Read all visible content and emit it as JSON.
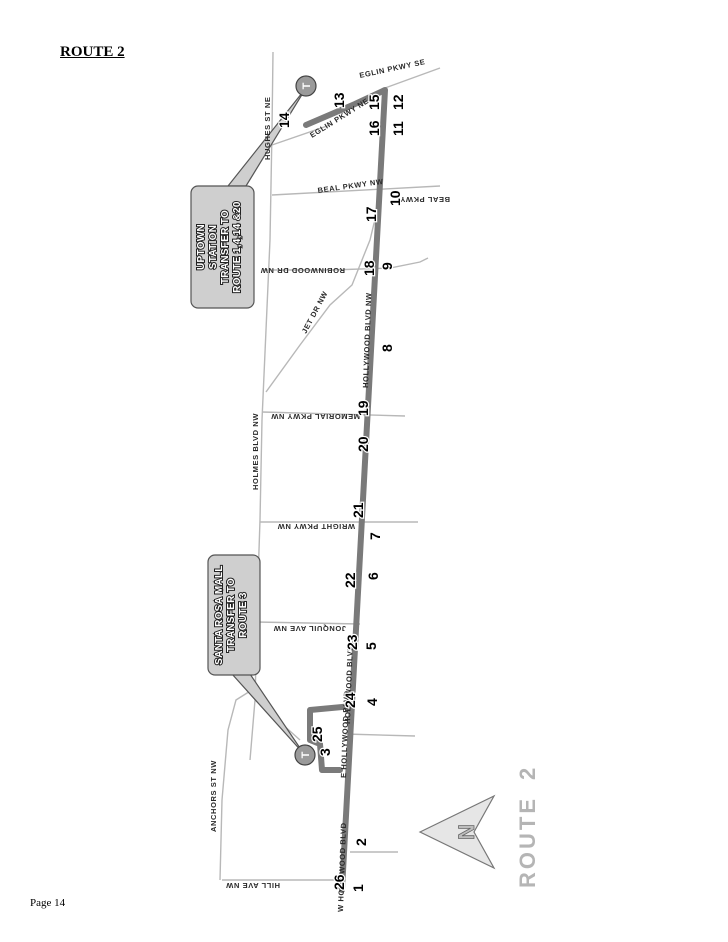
{
  "header": {
    "title": "ROUTE 2"
  },
  "footer": {
    "page_label": "Page 14"
  },
  "map": {
    "route_title": "ROUTE",
    "route_number": "2",
    "north_arrow_label": "N",
    "transfer_symbol": "T",
    "callouts": {
      "uptown": [
        "UPTOWN",
        "STATION",
        "TRANSFER TO",
        "ROUTE 1,4,14 &20"
      ],
      "santa_rosa": [
        "SANTA ROSA MALL",
        "TRANSFER TO",
        "ROUTE 3"
      ]
    },
    "streets": {
      "eglin_se": "EGLIN PKWY SE",
      "eglin_ne": "EGLIN PKWY NE",
      "hughes": "HUGHES ST NE",
      "beal_main": "BEAL PKWY NW",
      "beal_right": "BEAL PKWY",
      "robinwood": "ROBINWOOD DR NW",
      "jet": "JET DR NW",
      "hollywood_nw": "HOLLYWOOD BLVD NW",
      "holmes": "HOLMES BLVD NW",
      "memorial": "MEMORIAL PKWY NW",
      "wright": "WRIGHT PKWY NW",
      "jonquil": "JONQUIL AVE NW",
      "hollywood_mid": "HOLLYWOOD BLVD",
      "e_hollywood": "E HOLLYWOOD BLVD",
      "anchors": "ANCHORS ST NW",
      "w_hollywood": "W HOLLYWOOD BLVD",
      "hill": "HILL AVE NW"
    },
    "stops": [
      "1",
      "2",
      "3",
      "4",
      "5",
      "6",
      "7",
      "8",
      "9",
      "10",
      "11",
      "12",
      "13",
      "14",
      "15",
      "16",
      "17",
      "18",
      "19",
      "20",
      "21",
      "22",
      "23",
      "24",
      "25",
      "26"
    ]
  },
  "colors": {
    "route": "#7a7a7a",
    "street": "#b8b8b8",
    "callout_fill": "#cfcfcf",
    "transfer_fill": "#9a9a9a",
    "route_title": "#b5b5b5"
  }
}
